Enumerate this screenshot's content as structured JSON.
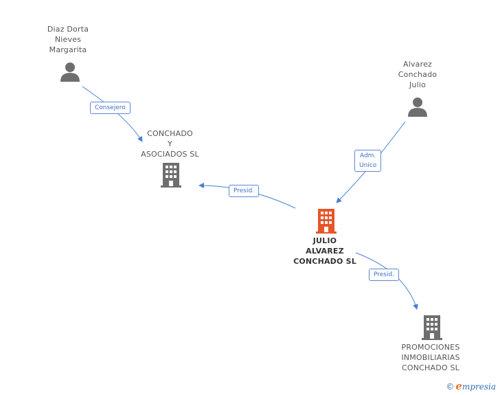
{
  "nodes": {
    "diaz": {
      "lines": [
        "Diaz Dorta",
        "Nieves",
        "Margarita"
      ],
      "type": "person"
    },
    "alvarez": {
      "lines": [
        "Alvarez",
        "Conchado",
        "Julio"
      ],
      "type": "person"
    },
    "conchado_asociados": {
      "lines": [
        "CONCHADO",
        "Y",
        "ASOCIADOS SL"
      ],
      "type": "company"
    },
    "julio_alvarez": {
      "lines": [
        "JULIO",
        "ALVAREZ",
        "CONCHADO SL"
      ],
      "type": "company-main"
    },
    "promociones": {
      "lines": [
        "PROMOCIONES",
        "INMOBILIARIAS",
        "CONCHADO SL"
      ],
      "type": "company"
    }
  },
  "edges": {
    "consejero": {
      "lines": [
        "Consejero"
      ]
    },
    "adm_unico": {
      "lines": [
        "Adm.",
        "Unico"
      ]
    },
    "presid_1": {
      "lines": [
        "Presid."
      ]
    },
    "presid_2": {
      "lines": [
        "Presid."
      ]
    }
  },
  "colors": {
    "edge": "#4a7fd4",
    "person": "#6e6e6e",
    "company": "#6e6e6e",
    "main": "#e8552a"
  },
  "watermark": {
    "symbol": "©",
    "first": "e",
    "rest": "mpresia"
  }
}
